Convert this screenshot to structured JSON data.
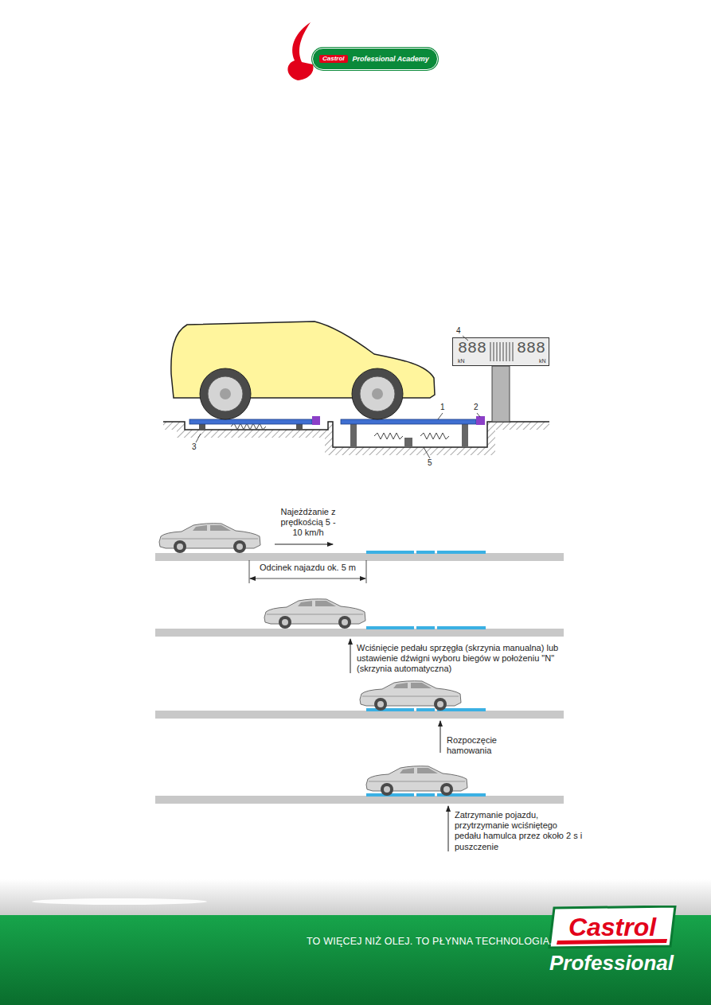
{
  "diagram": {
    "nodes": [
      {
        "text": [
          "Castrol",
          "Professional Academy"
        ]
      },
      {
        "text": [
          "888",
          "kN",
          "888",
          "kN"
        ]
      },
      {
        "text": [
          "Castrol"
        ]
      }
    ],
    "labels": [
      "4",
      "1",
      "2",
      "3",
      "5",
      "Najeżdżanie z prędkością 5 - 10 km/h",
      "Odcinek najazdu ok. 5 m",
      "Wciśnięcie pedału sprzęgła (skrzynia manualna) lub ustawienie dźwigni wyboru biegów w położeniu \"N\" (skrzynia automatyczna)",
      "Rozpoczęcie hamowania",
      "Zatrzymanie pojazdu, przytrzymanie wciśniętego pedału hamulca przez około 2 s i puszczenie",
      "TO WIĘCEJ NIŻ OLEJ. TO PŁYNNA TECHNOLOGIA.",
      "Professional"
    ]
  }
}
